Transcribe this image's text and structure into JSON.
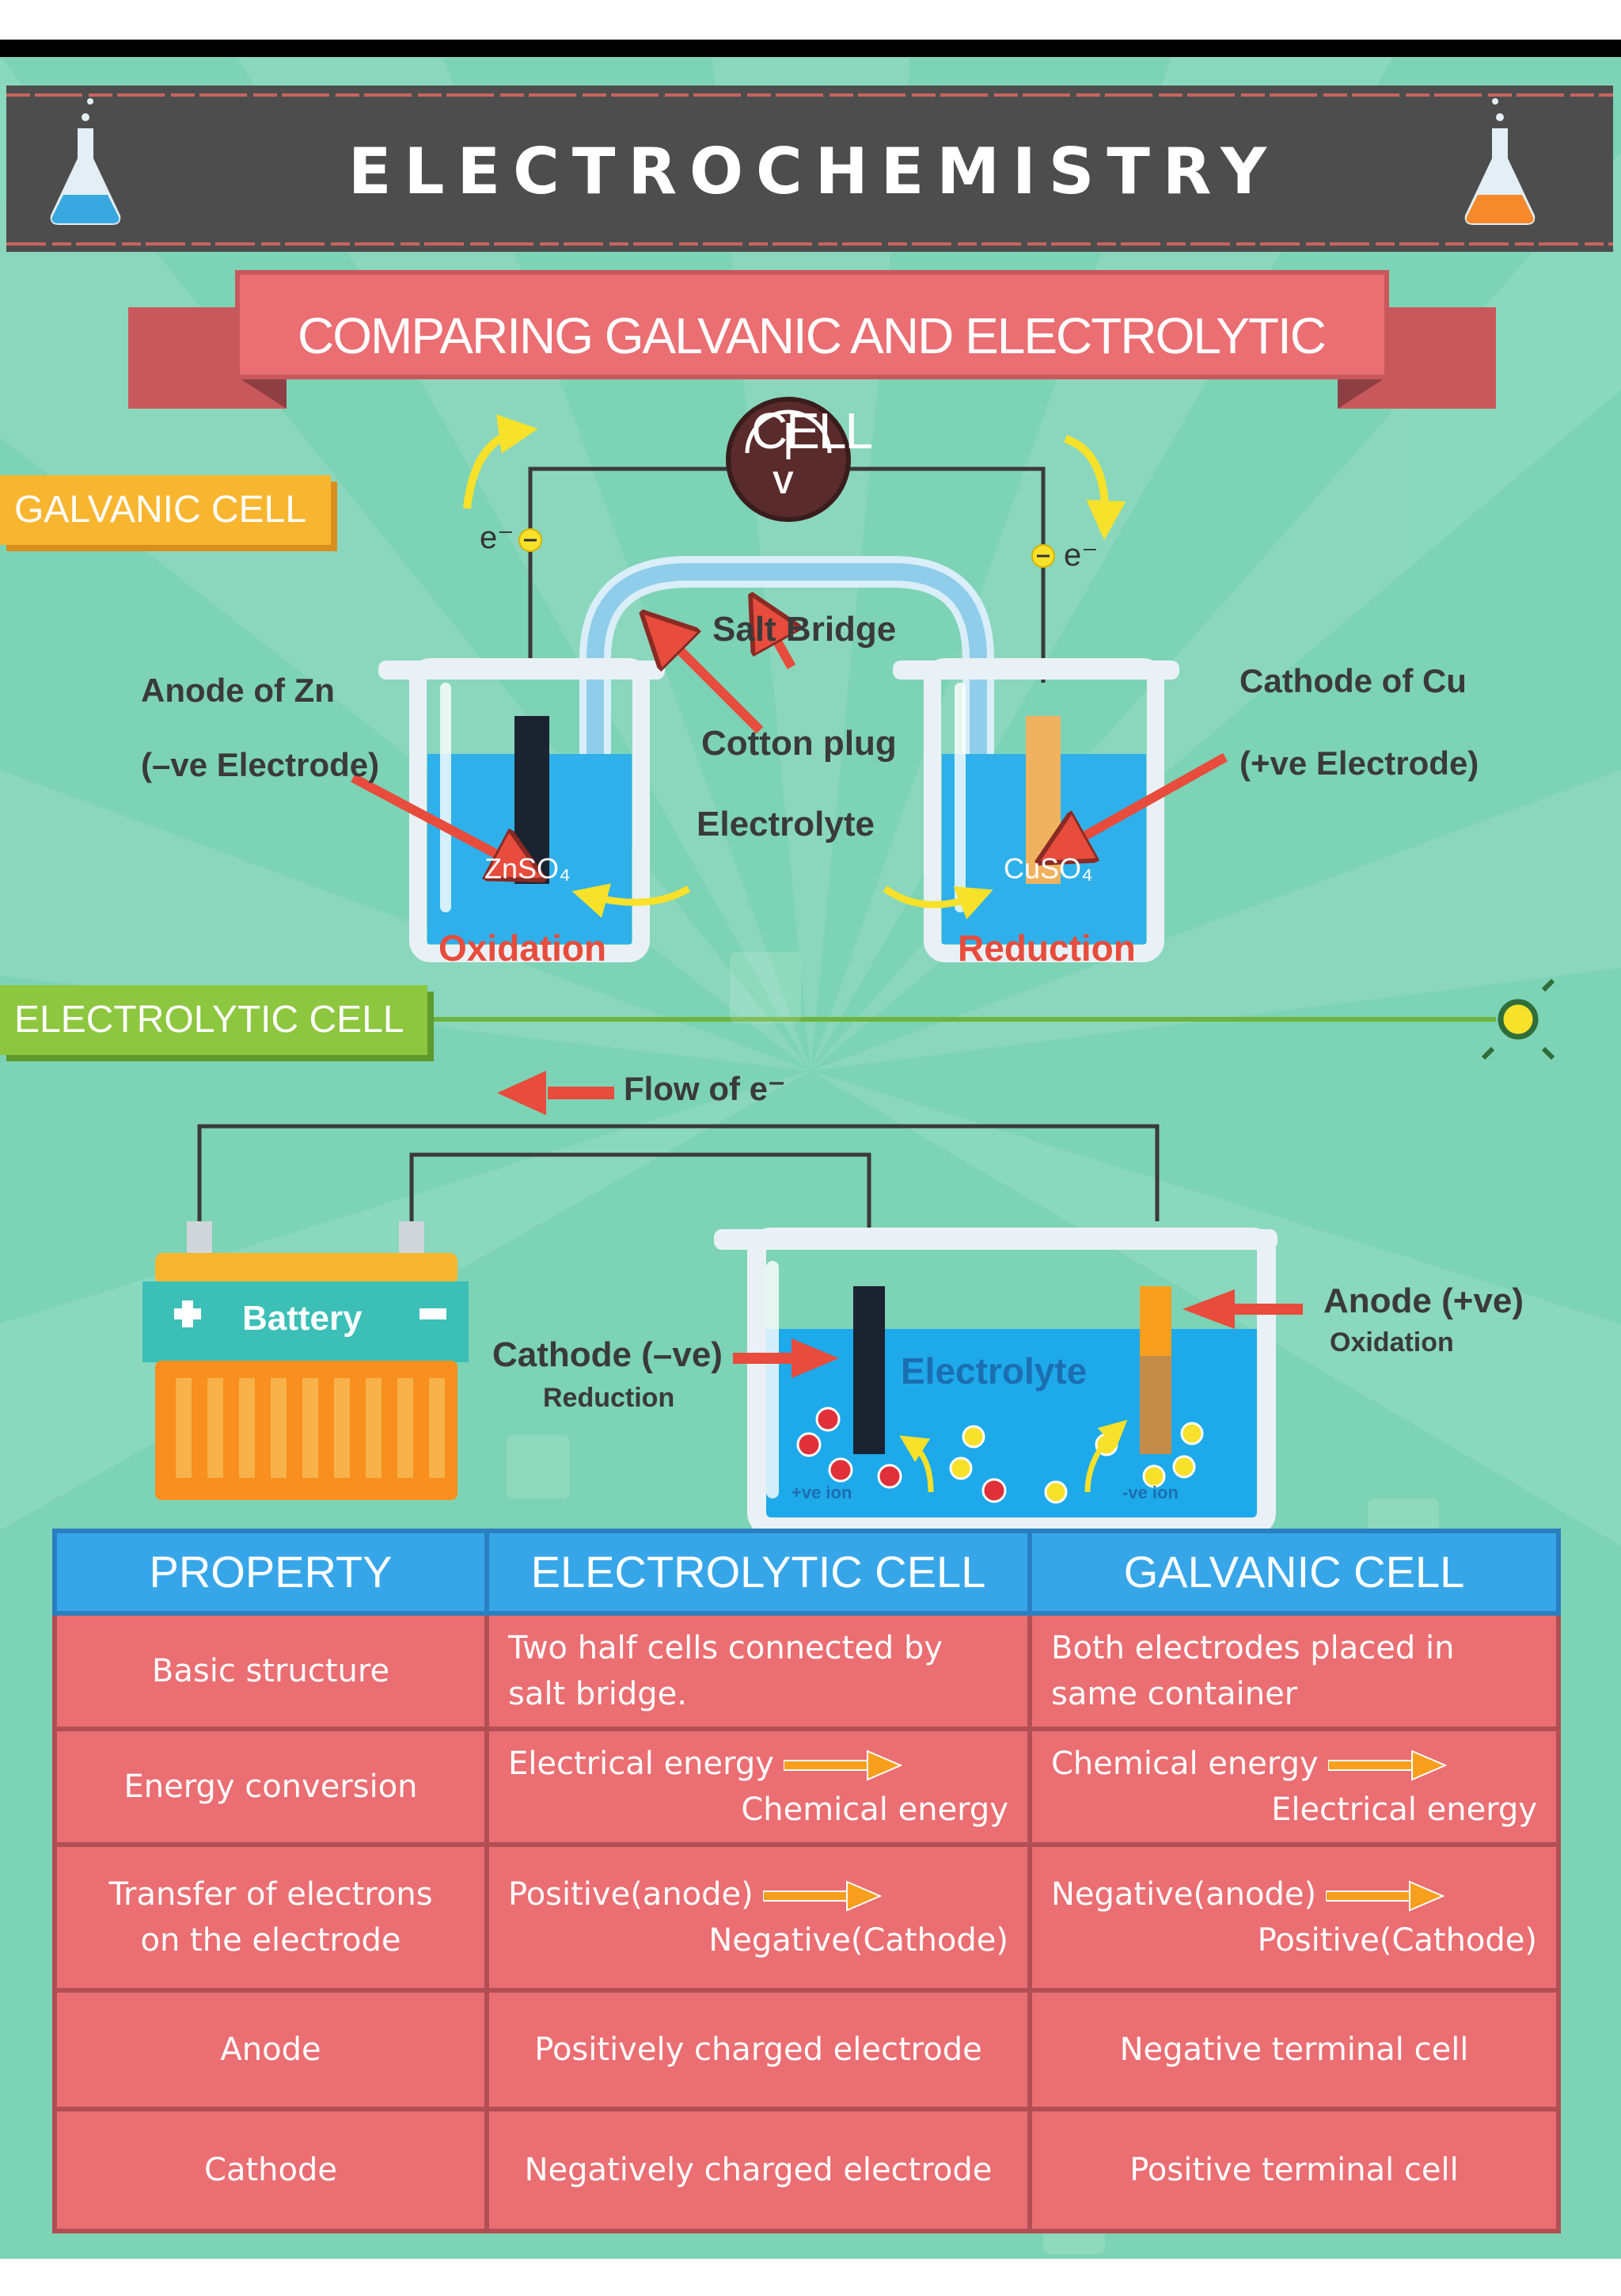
{
  "header": {
    "title": "ELECTROCHEMISTRY",
    "subtitle": "COMPARING GALVANIC AND ELECTROLYTIC CELL"
  },
  "galvanic": {
    "tab": "GALVANIC CELL",
    "electron_left": "e⁻",
    "electron_right": "e⁻",
    "meter": "V",
    "salt_bridge": "Salt Bridge",
    "cotton_plug": "Cotton plug",
    "electrolyte": "Electrolyte",
    "anode_line1": "Anode of Zn",
    "anode_line2": "(–ve Electrode)",
    "cathode_line1": "Cathode of Cu",
    "cathode_line2": "(+ve Electrode)",
    "left_solution": "ZnSO₄",
    "right_solution": "CuSO₄",
    "oxidation": "Oxidation",
    "reduction": "Reduction"
  },
  "electrolytic": {
    "tab": "ELECTROLYTIC CELL",
    "flow": "Flow of e⁻",
    "battery": "Battery",
    "cathode": "Cathode (–ve)",
    "cathode_sub": "Reduction",
    "anode": "Anode (+ve)",
    "anode_sub": "Oxidation",
    "electrolyte": "Electrolyte",
    "pos_ion": "+ve ion",
    "neg_ion": "-ve ion"
  },
  "table": {
    "headers": [
      "PROPERTY",
      "ELECTROLYTIC CELL",
      "GALVANIC CELL"
    ],
    "rows": [
      {
        "property": "Basic structure",
        "electrolytic": "Two half cells connected by salt bridge.",
        "galvanic": "Both electrodes placed in same container"
      },
      {
        "property": "Energy conversion",
        "electrolytic_from": "Electrical energy",
        "electrolytic_to": "Chemical energy",
        "galvanic_from": "Chemical energy",
        "galvanic_to": "Electrical energy"
      },
      {
        "property_line1": "Transfer of  electrons",
        "property_line2": "on the electrode",
        "electrolytic_from": "Positive(anode)",
        "electrolytic_to": "Negative(Cathode)",
        "galvanic_from": "Negative(anode)",
        "galvanic_to": "Positive(Cathode)"
      },
      {
        "property": "Anode",
        "electrolytic": "Positively charged electrode",
        "galvanic": "Negative terminal cell"
      },
      {
        "property": "Cathode",
        "electrolytic": "Negatively charged electrode",
        "galvanic": "Positive terminal cell"
      }
    ]
  },
  "colors": {
    "background": "#7dd3b5",
    "banner": "#4d4d4d",
    "subtitle_ribbon": "#ea6e72",
    "galvanic_tab": "#f8b630",
    "electrolytic_tab": "#8dc63f",
    "table_header": "#37a6e9",
    "table_cell": "#ea6e72",
    "accent_red": "#e74c3c",
    "arrow_yellow": "#f7e12a",
    "arrow_orange": "#f89f1e"
  }
}
